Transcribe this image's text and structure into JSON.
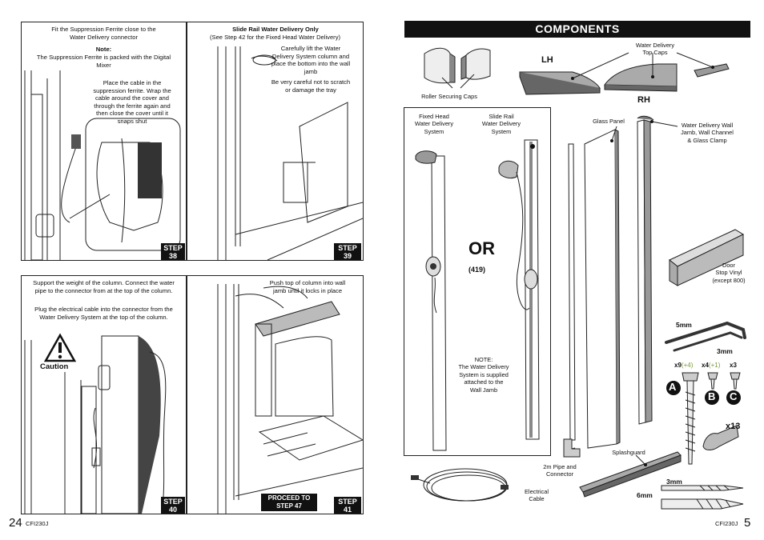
{
  "left_page": {
    "page_number": "24",
    "code": "CFI230J",
    "steps": [
      {
        "step_label": "STEP\n38",
        "text1": "Fit the Suppression Ferrite close to the Water Delivery connector",
        "note_title": "Note:",
        "note_text": "The Suppression Ferrite is packed with the Digital Mixer",
        "text2": "Place the cable in the suppression ferrite. Wrap the cable around the cover and through the ferrite again and then close the cover until it snaps shut"
      },
      {
        "step_label": "STEP\n39",
        "title": "Slide Rail Water Delivery Only",
        "subtitle": "(See Step 42 for the Fixed Head Water Delivery)",
        "text1": "Carefully lift the Water Delivery System column and place the bottom into the wall jamb",
        "text2": "Be very careful not to scratch or damage the tray"
      },
      {
        "step_label": "STEP\n40",
        "text1": "Support the weight of the column. Connect the water pipe to the connector from at the top of the column.",
        "text2": "Plug the electrical cable into the connector from the Water Delivery System at the top of the column.",
        "caution": "Caution"
      },
      {
        "step_label": "STEP\n41",
        "text1": "Push top of column into wall jamb until it locks in place",
        "proceed": "PROCEED TO\nSTEP 47"
      }
    ]
  },
  "right_page": {
    "page_number": "5",
    "code": "CFI230J",
    "heading": "COMPONENTS",
    "labels": {
      "roller_caps": "Roller Securing Caps",
      "top_caps": "Water Delivery\nTop Caps",
      "lh": "LH",
      "rh": "RH",
      "fixed_head": "Fixed Head\nWater Delivery\nSystem",
      "slide_rail": "Slide Rail\nWater Delivery\nSystem",
      "or": "OR",
      "or_code": "(419)",
      "note": "NOTE:\nThe Water Delivery\nSystem is supplied\nattached to the\nWall Jamb",
      "glass_panel": "Glass Panel",
      "wall_jamb": "Water Delivery Wall\nJamb, Wall Channel\n& Glass Clamp",
      "door_stop": "Door\nStop Vinyl\n(except 800)",
      "allen_5": "5mm",
      "allen_3": "3mm",
      "qty_a": "x9",
      "qty_a_extra": "(+4)",
      "qty_b": "x4",
      "qty_b_extra": "(+1)",
      "qty_c": "x3",
      "a": "A",
      "b": "B",
      "c": "C",
      "x13": "x13",
      "splashguard": "Splashguard",
      "pipe": "2m Pipe and\nConnector",
      "cable": "Electrical\nCable",
      "drill_3": "3mm",
      "drill_6": "6mm"
    }
  }
}
